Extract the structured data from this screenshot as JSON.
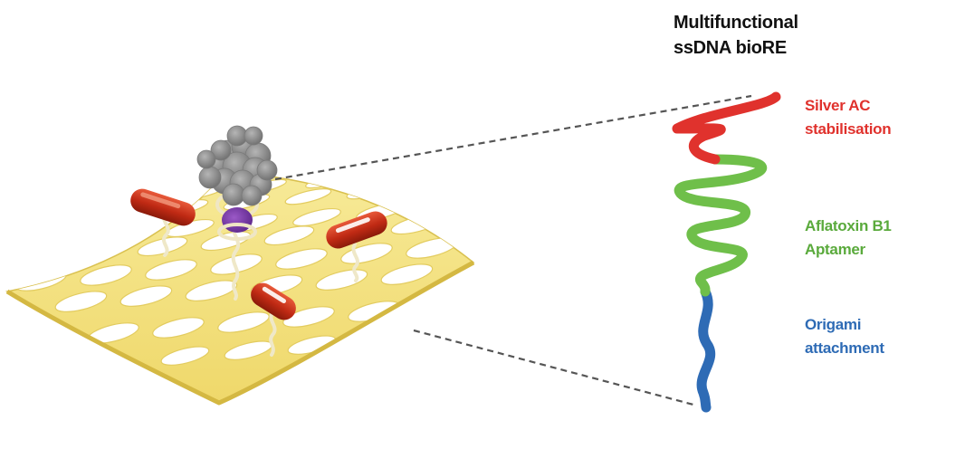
{
  "title": {
    "line1": "Multifunctional",
    "line2": "ssDNA bioRE"
  },
  "segments": [
    {
      "id": "silver",
      "line1": "Silver AC",
      "line2": "stabilisation",
      "color": "#e0322d"
    },
    {
      "id": "aptamer",
      "line1": "Aflatoxin B1",
      "line2": "Aptamer",
      "color": "#5aaa3c"
    },
    {
      "id": "origami",
      "line1": "Origami",
      "line2": "attachment",
      "color": "#2e6bb5"
    }
  ],
  "colors": {
    "sheet": "#f2e07a",
    "sheet_edge": "#d9c04e",
    "capsule": "#c8321a",
    "silver_cluster": "#8a8a8a",
    "leader_line": "#555555"
  }
}
